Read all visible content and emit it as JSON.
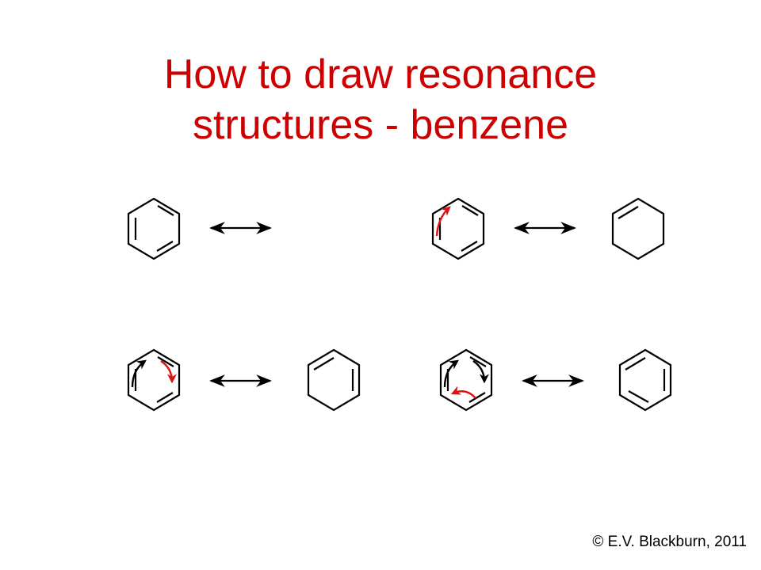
{
  "title": {
    "line1": "How to draw resonance",
    "line2": "structures - benzene"
  },
  "copyright": "© E.V. Blackburn, 2011",
  "colors": {
    "title": "#cc0000",
    "bond": "#000000",
    "curved_arrow_red": "#dd1111",
    "curved_arrow_black": "#000000"
  },
  "icons": {
    "resonance_arrow": "double-headed-arrow-icon",
    "curved_arrow": "curved-electron-arrow-icon"
  }
}
